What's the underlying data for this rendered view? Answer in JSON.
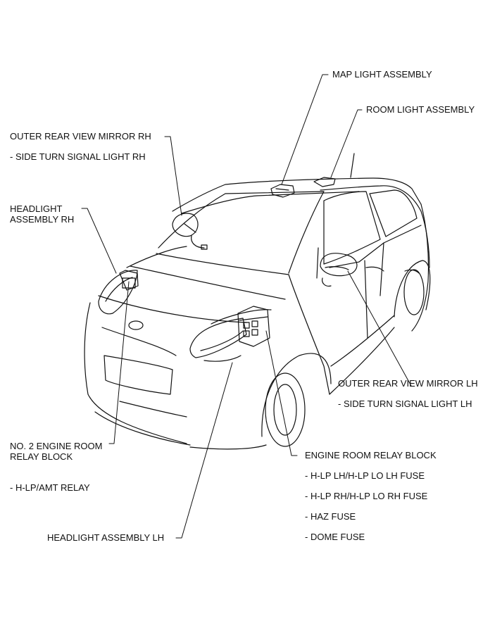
{
  "callouts": {
    "map_light": "MAP LIGHT ASSEMBLY",
    "room_light": "ROOM LIGHT ASSEMBLY",
    "outer_mirror_rh": "OUTER REAR VIEW MIRROR RH",
    "side_turn_rh": "- SIDE TURN SIGNAL LIGHT RH",
    "headlight_rh_line1": "HEADLIGHT",
    "headlight_rh_line2": "ASSEMBLY RH",
    "outer_mirror_lh": "OUTER REAR VIEW MIRROR LH",
    "side_turn_lh": "- SIDE TURN SIGNAL LIGHT LH",
    "no2_relay_line1": "NO. 2 ENGINE ROOM",
    "no2_relay_line2": "RELAY BLOCK",
    "hlp_amt_relay": "- H-LP/AMT RELAY",
    "engine_relay_block": "ENGINE ROOM RELAY BLOCK",
    "fuse_hlp_lh": "- H-LP LH/H-LP LO LH FUSE",
    "fuse_hlp_rh": "- H-LP RH/H-LP LO RH FUSE",
    "fuse_haz": "- HAZ FUSE",
    "fuse_dome": "- DOME FUSE",
    "headlight_lh": "HEADLIGHT ASSEMBLY LH"
  },
  "colors": {
    "ink": "#111111",
    "background": "#ffffff"
  }
}
